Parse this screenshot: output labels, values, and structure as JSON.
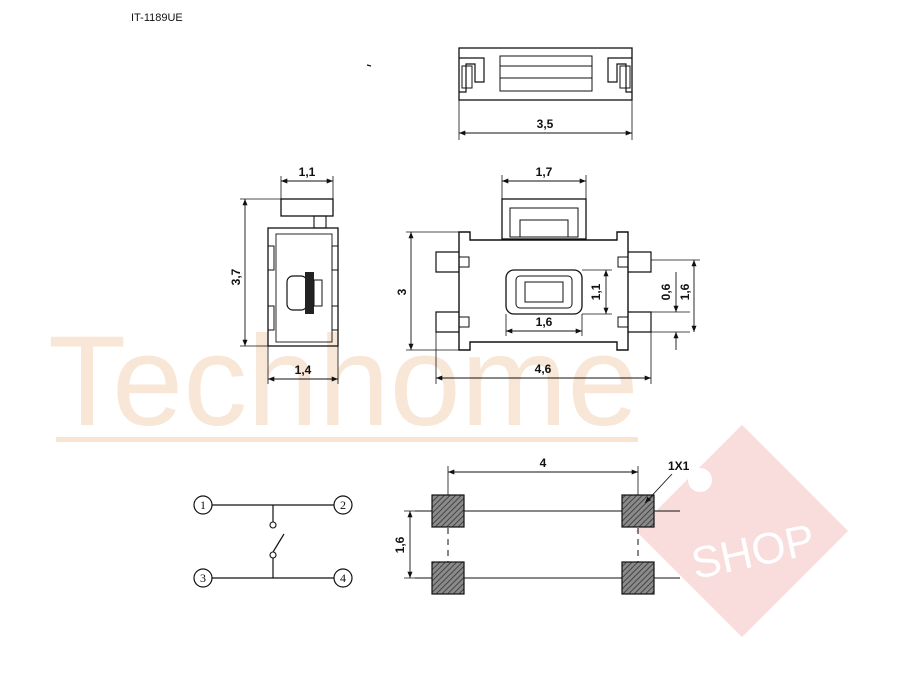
{
  "part_number": "IT-1189UE",
  "watermark": {
    "brand": "Techhome",
    "badge": "SHOP"
  },
  "dimensions": {
    "top_width": "3,5",
    "side_cap_width": "1,1",
    "side_height": "3,7",
    "side_base_width": "1,4",
    "front_button_width": "1,7",
    "front_height": "3",
    "slot_height": "1,1",
    "slot_width": "1,6",
    "pad_height": "0,6",
    "pad_span": "1,6",
    "front_total_width": "4,6",
    "footprint_pitch": "4",
    "footprint_pad_size": "1X1",
    "footprint_row_pitch": "1,6"
  },
  "schematic": {
    "pins": [
      "1",
      "2",
      "3",
      "4"
    ]
  }
}
